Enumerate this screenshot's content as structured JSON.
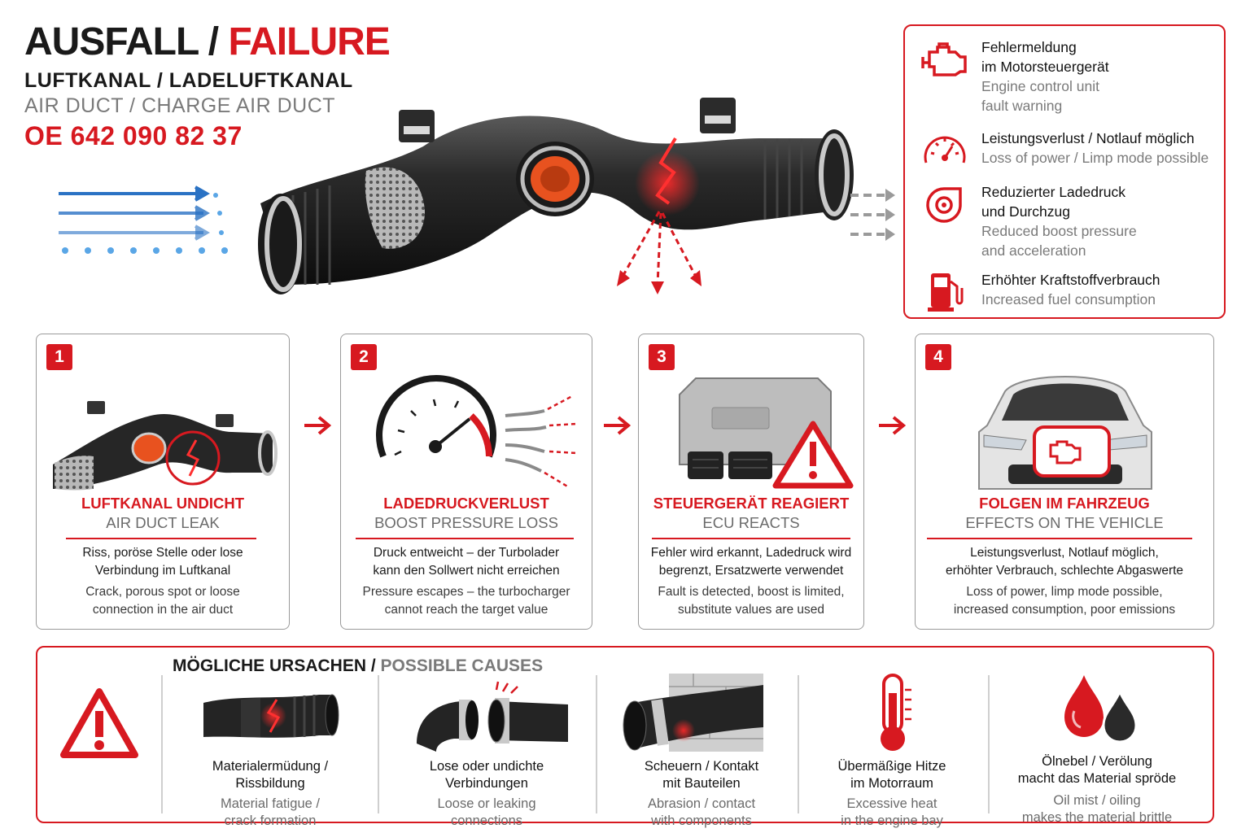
{
  "header": {
    "title_part1": "AUSFALL / ",
    "title_part2": "FAILURE",
    "subtitle_de": "LUFTKANAL / LADELUFTKANAL",
    "subtitle_en": "AIR DUCT / CHARGE AIR DUCT",
    "oe_number": "OE 642 090 82 37"
  },
  "symptoms": [
    {
      "icon": "engine-warning-icon",
      "de": [
        "Fehlermeldung",
        "im Motorsteuergerät"
      ],
      "en": [
        "Engine control unit",
        "fault warning"
      ]
    },
    {
      "icon": "speedometer-icon",
      "de": [
        "Leistungsverlust / Notlauf möglich"
      ],
      "en": [
        "Loss of power / Limp mode possible"
      ]
    },
    {
      "icon": "turbocharger-icon",
      "de": [
        "Reduzierter Ladedruck",
        "und Durchzug"
      ],
      "en": [
        "Reduced boost pressure",
        "and acceleration"
      ]
    },
    {
      "icon": "fuel-pump-icon",
      "de": [
        "Erhöhter Kraftstoffverbrauch"
      ],
      "en": [
        "Increased fuel consumption"
      ]
    }
  ],
  "steps": [
    {
      "number": "1",
      "title": "LUFTKANAL UNDICHT",
      "subtitle": "AIR DUCT LEAK",
      "de": [
        "Riss, poröse Stelle oder lose",
        "Verbindung im Luftkanal"
      ],
      "en": [
        "Crack, porous spot or loose",
        "connection in the air duct"
      ]
    },
    {
      "number": "2",
      "title": "LADEDRUCKVERLUST",
      "subtitle": "BOOST PRESSURE LOSS",
      "de": [
        "Druck entweicht – der Turbolader",
        "kann den Sollwert nicht erreichen"
      ],
      "en": [
        "Pressure escapes – the turbocharger",
        "cannot reach the target value"
      ]
    },
    {
      "number": "3",
      "title": "STEUERGERÄT REAGIERT",
      "subtitle": "ECU REACTS",
      "de": [
        "Fehler wird erkannt, Ladedruck wird",
        "begrenzt, Ersatzwerte verwendet"
      ],
      "en": [
        "Fault is detected, boost is limited,",
        "substitute values are used"
      ]
    },
    {
      "number": "4",
      "title": "FOLGEN IM FAHRZEUG",
      "subtitle": "EFFECTS ON THE VEHICLE",
      "de": [
        "Leistungsverlust, Notlauf möglich,",
        "erhöhter Verbrauch, schlechte Abgaswerte"
      ],
      "en": [
        "Loss of power, limp mode possible,",
        "increased consumption, poor emissions"
      ]
    }
  ],
  "causes": {
    "title_de": "MÖGLICHE URSACHEN",
    "title_sep": " / ",
    "title_en": "POSSIBLE CAUSES",
    "items": [
      {
        "icon": "cracked-hose-icon",
        "de": [
          "Materialermüdung /",
          "Rissbildung"
        ],
        "en": [
          "Material fatigue /",
          "crack formation"
        ]
      },
      {
        "icon": "loose-connection-icon",
        "de": [
          "Lose oder undichte",
          "Verbindungen"
        ],
        "en": [
          "Loose or leaking",
          "connections"
        ]
      },
      {
        "icon": "abrasion-icon",
        "de": [
          "Scheuern / Kontakt",
          "mit Bauteilen"
        ],
        "en": [
          "Abrasion / contact",
          "with components"
        ]
      },
      {
        "icon": "thermometer-icon",
        "de": [
          "Übermäßige Hitze",
          "im Motorraum"
        ],
        "en": [
          "Excessive heat",
          "in the engine bay"
        ]
      },
      {
        "icon": "oil-drops-icon",
        "de": [
          "Ölnebel / Verölung",
          "macht das Material spröde"
        ],
        "en": [
          "Oil mist / oiling",
          "makes the material brittle"
        ]
      }
    ]
  },
  "colors": {
    "accent": "#d71920",
    "air_flow": "#2a72c4",
    "text": "#1a1a1a",
    "muted": "#6b6b6b"
  }
}
